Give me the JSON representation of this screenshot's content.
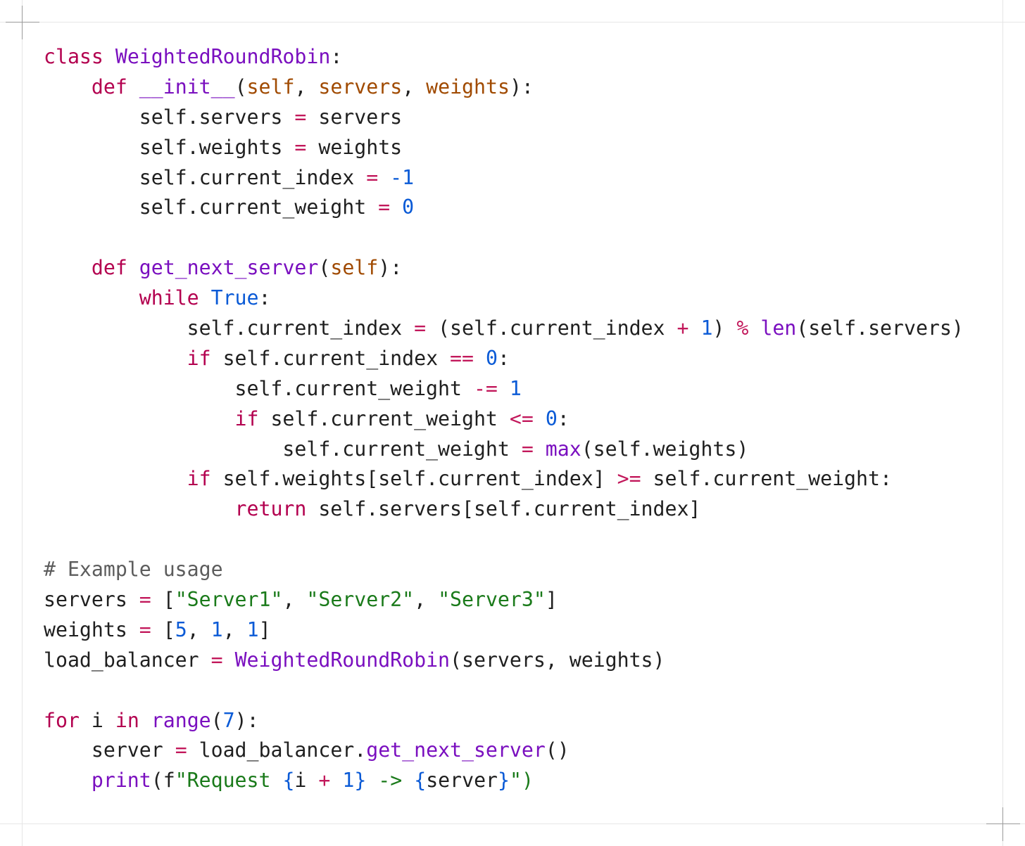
{
  "code": {
    "language": "python",
    "lines": [
      [
        {
          "t": "class",
          "c": "kw"
        },
        {
          "t": " "
        },
        {
          "t": "WeightedRoundRobin",
          "c": "cls"
        },
        {
          "t": ":"
        }
      ],
      [
        {
          "t": "    "
        },
        {
          "t": "def",
          "c": "kw"
        },
        {
          "t": " "
        },
        {
          "t": "__init__",
          "c": "fn"
        },
        {
          "t": "("
        },
        {
          "t": "self",
          "c": "param"
        },
        {
          "t": ", "
        },
        {
          "t": "servers",
          "c": "param"
        },
        {
          "t": ", "
        },
        {
          "t": "weights",
          "c": "param"
        },
        {
          "t": "):"
        }
      ],
      [
        {
          "t": "        self.servers "
        },
        {
          "t": "=",
          "c": "op"
        },
        {
          "t": " servers"
        }
      ],
      [
        {
          "t": "        self.weights "
        },
        {
          "t": "=",
          "c": "op"
        },
        {
          "t": " weights"
        }
      ],
      [
        {
          "t": "        self.current_index "
        },
        {
          "t": "=",
          "c": "op"
        },
        {
          "t": " "
        },
        {
          "t": "-1",
          "c": "num"
        }
      ],
      [
        {
          "t": "        self.current_weight "
        },
        {
          "t": "=",
          "c": "op"
        },
        {
          "t": " "
        },
        {
          "t": "0",
          "c": "num"
        }
      ],
      [
        {
          "t": ""
        }
      ],
      [
        {
          "t": "    "
        },
        {
          "t": "def",
          "c": "kw"
        },
        {
          "t": " "
        },
        {
          "t": "get_next_server",
          "c": "fn"
        },
        {
          "t": "("
        },
        {
          "t": "self",
          "c": "param"
        },
        {
          "t": "):"
        }
      ],
      [
        {
          "t": "        "
        },
        {
          "t": "while",
          "c": "kw"
        },
        {
          "t": " "
        },
        {
          "t": "True",
          "c": "blt"
        },
        {
          "t": ":"
        }
      ],
      [
        {
          "t": "            self.current_index "
        },
        {
          "t": "=",
          "c": "op"
        },
        {
          "t": " (self.current_index "
        },
        {
          "t": "+",
          "c": "op"
        },
        {
          "t": " "
        },
        {
          "t": "1",
          "c": "num"
        },
        {
          "t": ") "
        },
        {
          "t": "%",
          "c": "op"
        },
        {
          "t": " "
        },
        {
          "t": "len",
          "c": "fn"
        },
        {
          "t": "(self.servers)"
        }
      ],
      [
        {
          "t": "            "
        },
        {
          "t": "if",
          "c": "kw"
        },
        {
          "t": " self.current_index "
        },
        {
          "t": "==",
          "c": "op"
        },
        {
          "t": " "
        },
        {
          "t": "0",
          "c": "num"
        },
        {
          "t": ":"
        }
      ],
      [
        {
          "t": "                self.current_weight "
        },
        {
          "t": "-=",
          "c": "op"
        },
        {
          "t": " "
        },
        {
          "t": "1",
          "c": "num"
        }
      ],
      [
        {
          "t": "                "
        },
        {
          "t": "if",
          "c": "kw"
        },
        {
          "t": " self.current_weight "
        },
        {
          "t": "<=",
          "c": "op"
        },
        {
          "t": " "
        },
        {
          "t": "0",
          "c": "num"
        },
        {
          "t": ":"
        }
      ],
      [
        {
          "t": "                    self.current_weight "
        },
        {
          "t": "=",
          "c": "op"
        },
        {
          "t": " "
        },
        {
          "t": "max",
          "c": "fn"
        },
        {
          "t": "(self.weights)"
        }
      ],
      [
        {
          "t": "            "
        },
        {
          "t": "if",
          "c": "kw"
        },
        {
          "t": " self.weights[self.current_index] "
        },
        {
          "t": ">=",
          "c": "op"
        },
        {
          "t": " self.current_weight:"
        }
      ],
      [
        {
          "t": "                "
        },
        {
          "t": "return",
          "c": "kw"
        },
        {
          "t": " self.servers[self.current_index]"
        }
      ],
      [
        {
          "t": ""
        }
      ],
      [
        {
          "t": "# Example usage",
          "c": "cmt"
        }
      ],
      [
        {
          "t": "servers "
        },
        {
          "t": "=",
          "c": "op"
        },
        {
          "t": " ["
        },
        {
          "t": "\"Server1\"",
          "c": "str"
        },
        {
          "t": ", "
        },
        {
          "t": "\"Server2\"",
          "c": "str"
        },
        {
          "t": ", "
        },
        {
          "t": "\"Server3\"",
          "c": "str"
        },
        {
          "t": "]"
        }
      ],
      [
        {
          "t": "weights "
        },
        {
          "t": "=",
          "c": "op"
        },
        {
          "t": " ["
        },
        {
          "t": "5",
          "c": "num"
        },
        {
          "t": ", "
        },
        {
          "t": "1",
          "c": "num"
        },
        {
          "t": ", "
        },
        {
          "t": "1",
          "c": "num"
        },
        {
          "t": "]"
        }
      ],
      [
        {
          "t": "load_balancer "
        },
        {
          "t": "=",
          "c": "op"
        },
        {
          "t": " "
        },
        {
          "t": "WeightedRoundRobin",
          "c": "cls"
        },
        {
          "t": "(servers, weights)"
        }
      ],
      [
        {
          "t": ""
        }
      ],
      [
        {
          "t": "for",
          "c": "kw"
        },
        {
          "t": " i "
        },
        {
          "t": "in",
          "c": "kw"
        },
        {
          "t": " "
        },
        {
          "t": "range",
          "c": "fn"
        },
        {
          "t": "("
        },
        {
          "t": "7",
          "c": "num"
        },
        {
          "t": "):"
        }
      ],
      [
        {
          "t": "    server "
        },
        {
          "t": "=",
          "c": "op"
        },
        {
          "t": " load_balancer."
        },
        {
          "t": "get_next_server",
          "c": "fn"
        },
        {
          "t": "()"
        }
      ],
      [
        {
          "t": "    "
        },
        {
          "t": "print",
          "c": "fn"
        },
        {
          "t": "(f"
        },
        {
          "t": "\"Request ",
          "c": "str"
        },
        {
          "t": "{",
          "c": "blt"
        },
        {
          "t": "i "
        },
        {
          "t": "+",
          "c": "op"
        },
        {
          "t": " "
        },
        {
          "t": "1",
          "c": "num"
        },
        {
          "t": "}",
          "c": "blt"
        },
        {
          "t": " -> ",
          "c": "str"
        },
        {
          "t": "{",
          "c": "blt"
        },
        {
          "t": "server"
        },
        {
          "t": "}",
          "c": "blt"
        },
        {
          "t": "\")",
          "c": "str"
        }
      ]
    ]
  }
}
